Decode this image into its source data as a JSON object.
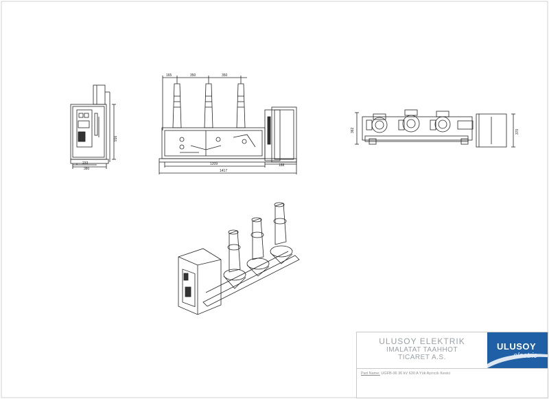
{
  "title_block": {
    "company_name": "ULUSOY ELEKTRIK",
    "company_line2": "IMALATAT TAAHHOT",
    "company_line3": "TICARET A.S.",
    "logo_name": "ULUSOY",
    "logo_sub": "electric",
    "part_label": "Part Name:",
    "part_value": "UGFB-36 36 kV 630 A Yük Ayırıcılı Kesici"
  },
  "dimensions": {
    "side_width_top": "233",
    "side_width_bottom": "380",
    "side_height": "916",
    "front_spacing_1": "165",
    "front_spacing_2": "350",
    "front_spacing_3": "350",
    "front_inner_width": "1209",
    "front_total_width": "1417",
    "front_right_offset": "188",
    "top_left_height": "362",
    "top_right_height": "370"
  },
  "colors": {
    "line": "#222222",
    "logo_blue": "#1f5fa6",
    "title_text": "#9aa0a6"
  }
}
